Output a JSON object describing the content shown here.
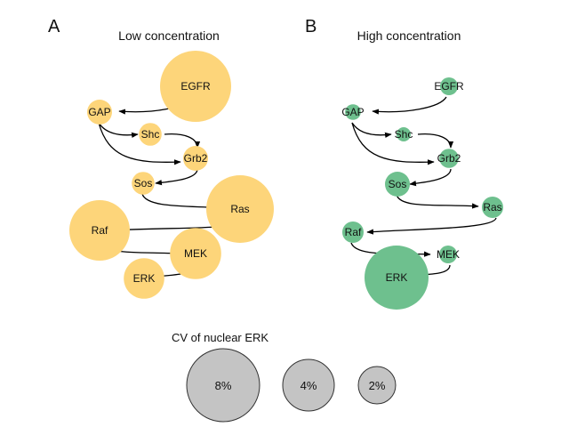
{
  "colors": {
    "low": "#FDD57A",
    "high": "#6EC08E",
    "legend_fill": "#C4C4C4",
    "legend_stroke": "#333333",
    "edge": "#000000"
  },
  "panels": [
    {
      "letter": "A",
      "title": "Low concentration",
      "color_key": "low",
      "nodes": [
        {
          "id": "EGFR",
          "label": "EGFR",
          "cv_relative": 1.0
        },
        {
          "id": "GAP",
          "label": "GAP",
          "cv_relative": 0.35
        },
        {
          "id": "Shc",
          "label": "Shc",
          "cv_relative": 0.32
        },
        {
          "id": "Grb2",
          "label": "Grb2",
          "cv_relative": 0.35
        },
        {
          "id": "Sos",
          "label": "Sos",
          "cv_relative": 0.32
        },
        {
          "id": "Ras",
          "label": "Ras",
          "cv_relative": 0.95
        },
        {
          "id": "Raf",
          "label": "Raf",
          "cv_relative": 0.85
        },
        {
          "id": "MEK",
          "label": "MEK",
          "cv_relative": 0.72
        },
        {
          "id": "ERK",
          "label": "ERK",
          "cv_relative": 0.57
        }
      ]
    },
    {
      "letter": "B",
      "title": "High concentration",
      "color_key": "high",
      "nodes": [
        {
          "id": "EGFR",
          "label": "EGFR",
          "cv_relative": 0.25
        },
        {
          "id": "GAP",
          "label": "GAP",
          "cv_relative": 0.22
        },
        {
          "id": "Shc",
          "label": "Shc",
          "cv_relative": 0.2
        },
        {
          "id": "Grb2",
          "label": "Grb2",
          "cv_relative": 0.27
        },
        {
          "id": "Sos",
          "label": "Sos",
          "cv_relative": 0.35
        },
        {
          "id": "Ras",
          "label": "Ras",
          "cv_relative": 0.3
        },
        {
          "id": "Raf",
          "label": "Raf",
          "cv_relative": 0.3
        },
        {
          "id": "MEK",
          "label": "MEK",
          "cv_relative": 0.25
        },
        {
          "id": "ERK",
          "label": "ERK",
          "cv_relative": 0.9
        }
      ]
    }
  ],
  "edges": [
    {
      "from": "EGFR",
      "to": "GAP"
    },
    {
      "from": "GAP",
      "to": "Shc"
    },
    {
      "from": "GAP",
      "to": "Grb2"
    },
    {
      "from": "Shc",
      "to": "Grb2"
    },
    {
      "from": "Grb2",
      "to": "Sos"
    },
    {
      "from": "Sos",
      "to": "Ras"
    },
    {
      "from": "Ras",
      "to": "Raf"
    },
    {
      "from": "Raf",
      "to": "MEK"
    },
    {
      "from": "MEK",
      "to": "ERK"
    }
  ],
  "legend": {
    "title": "CV of nuclear ERK",
    "items": [
      {
        "label": "8%",
        "value": 8
      },
      {
        "label": "4%",
        "value": 4
      },
      {
        "label": "2%",
        "value": 2
      }
    ]
  }
}
